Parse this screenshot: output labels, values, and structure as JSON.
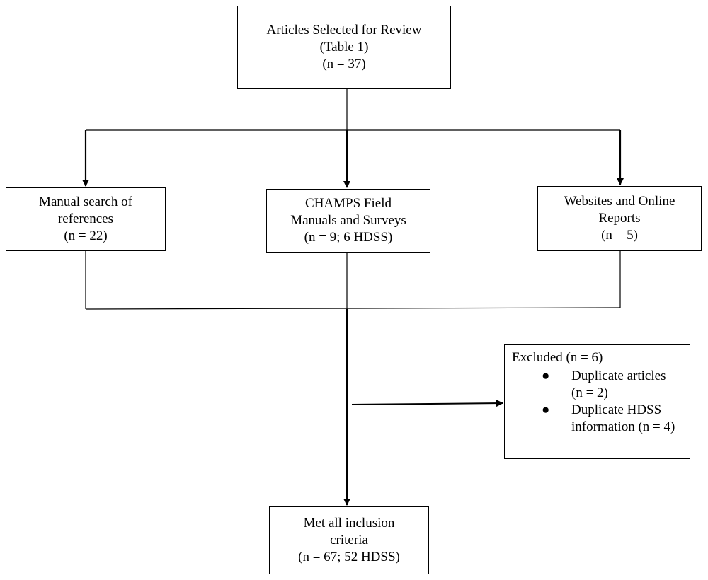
{
  "boxes": {
    "articles": {
      "lines": [
        "Articles Selected for Review",
        "(Table 1)",
        "(n = 37)"
      ]
    },
    "manual": {
      "lines": [
        "Manual search of",
        "references",
        "(n = 22)"
      ]
    },
    "champs": {
      "lines": [
        "CHAMPS Field",
        "Manuals and Surveys",
        "(n = 9; 6 HDSS)"
      ]
    },
    "websites": {
      "lines": [
        "Websites and Online",
        "Reports",
        "(n = 5)"
      ]
    },
    "excluded": {
      "title": "Excluded (n = 6)",
      "items": [
        {
          "lines": [
            "Duplicate articles",
            "(n = 2)"
          ]
        },
        {
          "lines": [
            "Duplicate HDSS",
            "information (n = 4)"
          ]
        }
      ]
    },
    "met": {
      "lines": [
        "Met all inclusion",
        "criteria",
        "(n = 67; 52 HDSS)"
      ]
    }
  }
}
